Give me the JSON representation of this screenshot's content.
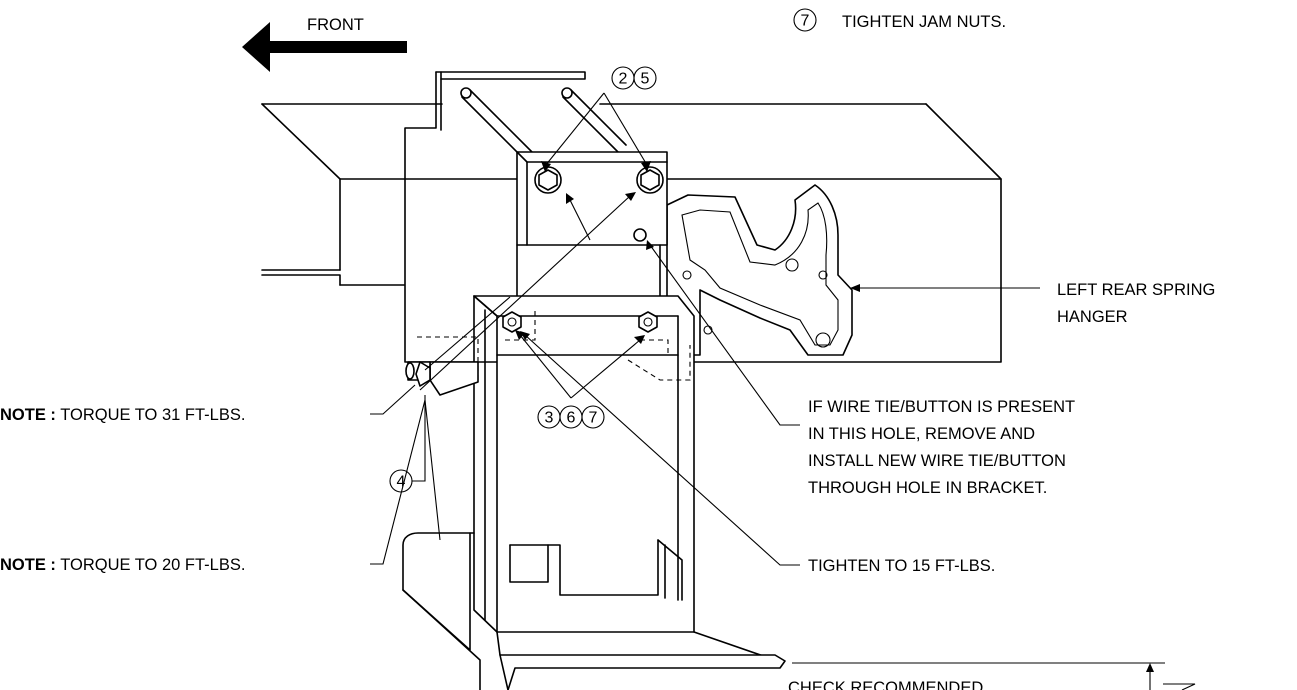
{
  "direction_label": "FRONT",
  "step_note": {
    "number": "7",
    "text": "TIGHTEN JAM NUTS."
  },
  "callouts": {
    "top": [
      "2",
      "5"
    ],
    "middle": [
      "3",
      "6",
      "7"
    ],
    "left": "4"
  },
  "labels": {
    "spring_hanger": [
      "LEFT REAR SPRING",
      "HANGER"
    ],
    "wire_tie": [
      "IF WIRE TIE/BUTTON IS PRESENT",
      "IN THIS HOLE, REMOVE AND",
      "INSTALL NEW WIRE TIE/BUTTON",
      "THROUGH HOLE IN BRACKET."
    ],
    "tighten_15": "TIGHTEN TO 15 FT-LBS.",
    "check": "CHECK RECOMMENDED"
  },
  "notes": [
    {
      "prefix": "NOTE :",
      "text": " TORQUE TO 31 FT-LBS."
    },
    {
      "prefix": "NOTE :",
      "text": " TORQUE TO 20 FT-LBS."
    }
  ]
}
